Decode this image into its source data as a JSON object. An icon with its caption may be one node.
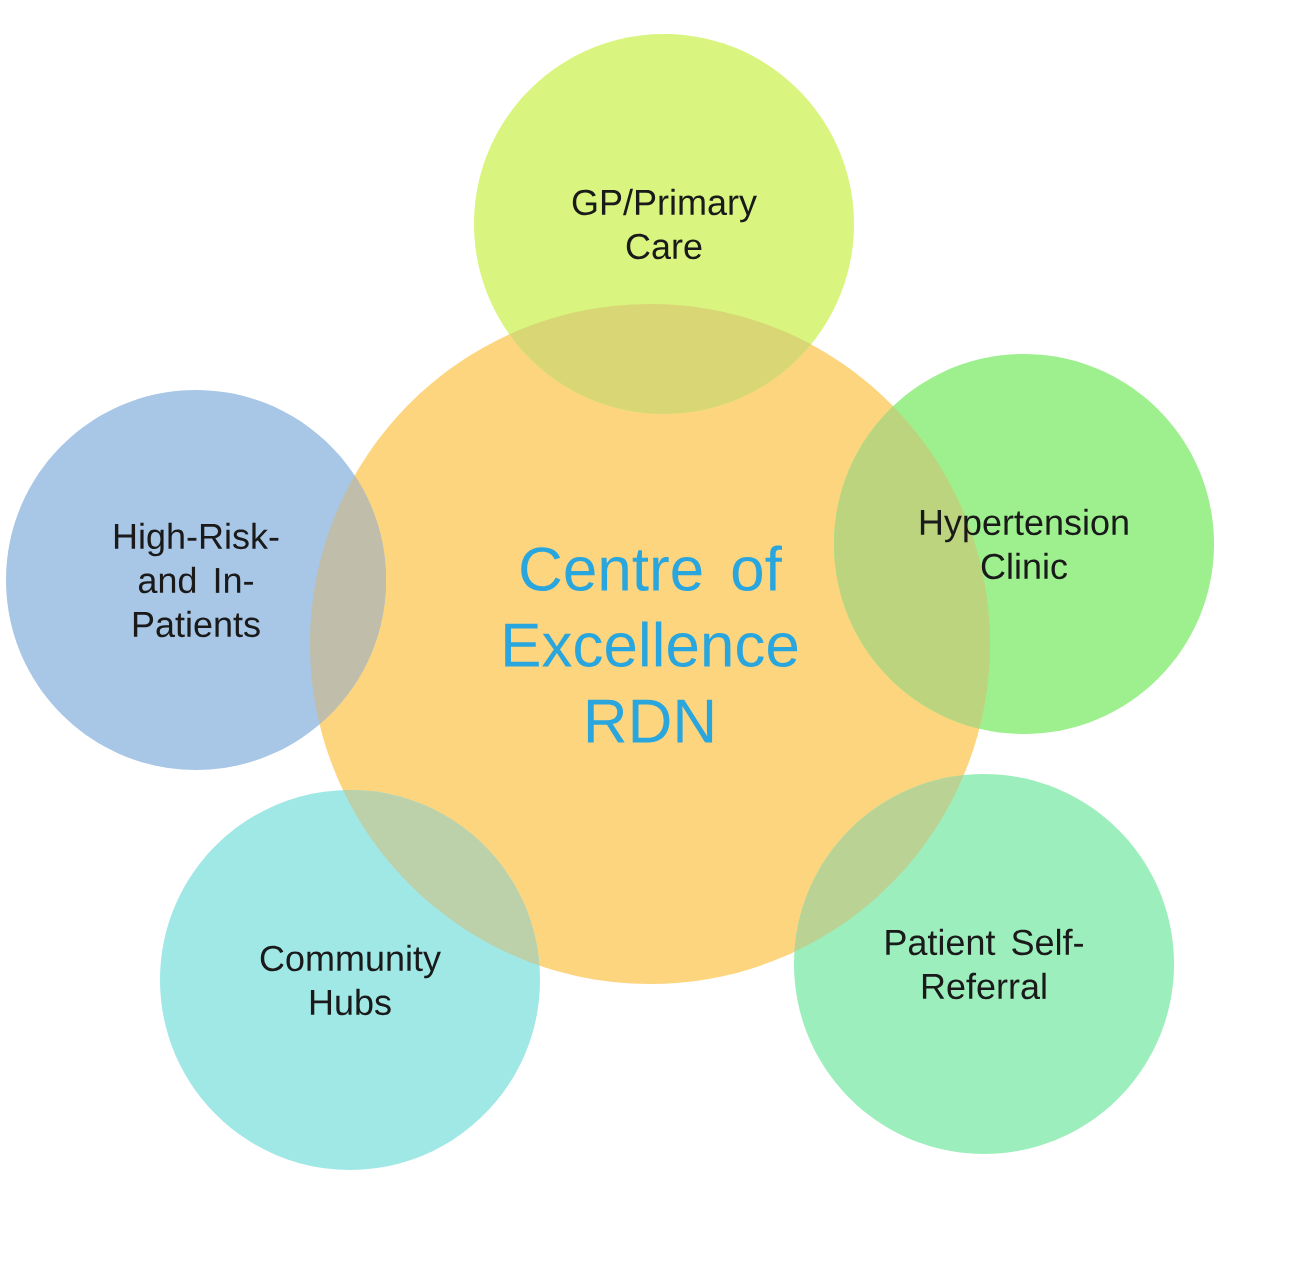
{
  "diagram": {
    "nodes": [
      {
        "text": [
          "Centre of Excellence RDN"
        ]
      },
      {
        "text": [
          "GP/Primary Care"
        ]
      },
      {
        "text": [
          "Hypertension Clinic"
        ]
      },
      {
        "text": [
          "Patient Self-Referral"
        ]
      },
      {
        "text": [
          "Community Hubs"
        ]
      },
      {
        "text": [
          "High-Risk- and In-Patients"
        ]
      }
    ]
  }
}
